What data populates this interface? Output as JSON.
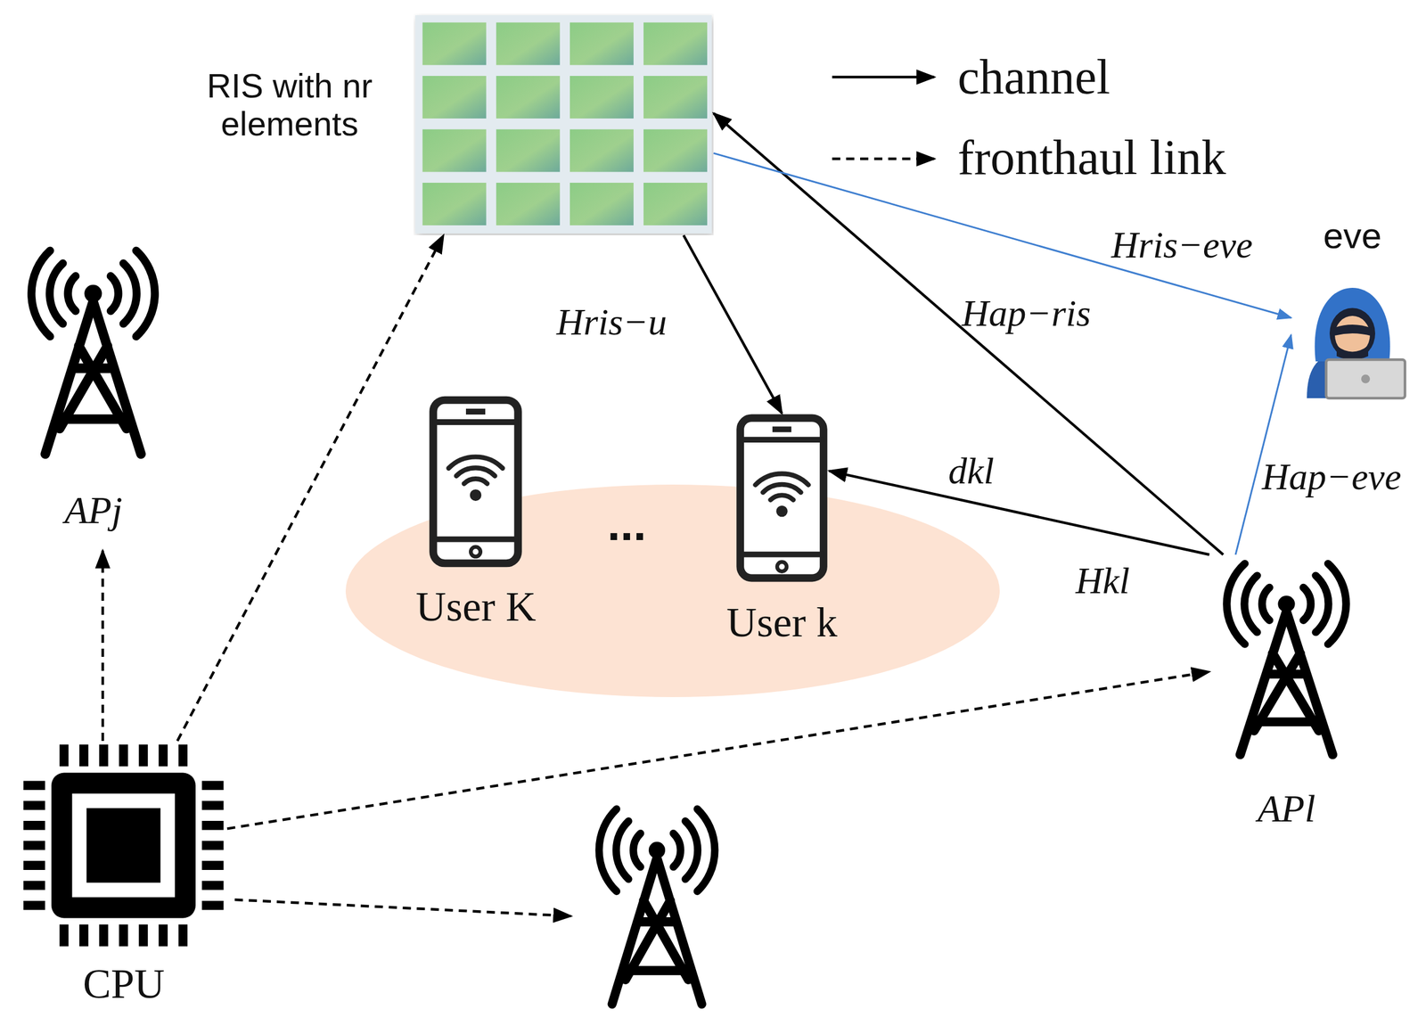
{
  "diagram": {
    "nodes": [
      {
        "text": [
          "RIS with nr elements"
        ]
      },
      {
        "text": [
          "APj"
        ]
      },
      {
        "text": [
          "User K"
        ]
      },
      {
        "text": [
          "User k"
        ]
      },
      {
        "text": [
          "eve"
        ]
      },
      {
        "text": [
          "APl"
        ]
      },
      {
        "text": [
          "CPU"
        ]
      }
    ],
    "edges": [
      {
        "from": 6,
        "to": 0,
        "arrow": "to"
      },
      {
        "from": 6,
        "to": 1,
        "arrow": "to"
      },
      {
        "from": 6,
        "to": 5,
        "arrow": "to"
      },
      {
        "from": 0,
        "to": 3,
        "arrow": "to",
        "label": "Hris−u"
      },
      {
        "from": 5,
        "to": 0,
        "arrow": "to",
        "label": "Hap−ris"
      },
      {
        "from": 0,
        "to": 4,
        "arrow": "to",
        "label": "Hris−eve"
      },
      {
        "from": 5,
        "to": 4,
        "arrow": "to",
        "label": "Hap−eve"
      },
      {
        "from": 5,
        "to": 3,
        "arrow": "to",
        "label": "dkl"
      }
    ],
    "labels": [
      "Hkl",
      "..."
    ],
    "legend": [
      {
        "text": "channel"
      },
      {
        "text": "fronthaul link"
      }
    ]
  }
}
